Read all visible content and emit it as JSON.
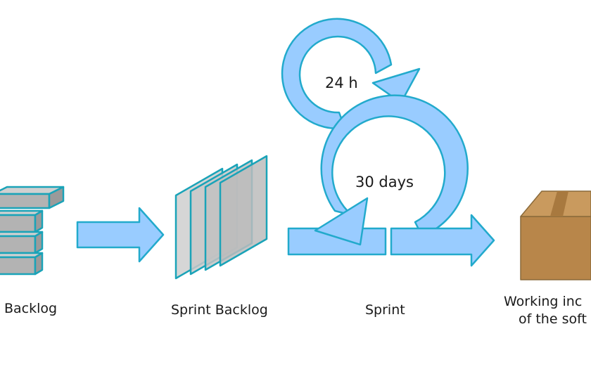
{
  "labels": {
    "product_backlog": "Backlog",
    "sprint_backlog": "Sprint Backlog",
    "sprint": "Sprint",
    "working_increment_line1": "Working inc",
    "working_increment_line2": "of the soft"
  },
  "cycles": {
    "daily": "24 h",
    "sprint_length": "30 days"
  },
  "colors": {
    "arrow_fill": "#99ccff",
    "arrow_stroke": "#22aacc",
    "block_fill": "#b3b3b3",
    "block_stroke": "#1aa3b8",
    "sheet_fill": "#cccccc",
    "box_fill": "#b8864a",
    "box_shade": "#9c6f38",
    "text": "#1a1a1a"
  },
  "icons": {
    "backlog": "stacked-blocks-icon",
    "sprint_backlog": "stacked-sheets-icon",
    "product": "cardboard-box-icon"
  }
}
